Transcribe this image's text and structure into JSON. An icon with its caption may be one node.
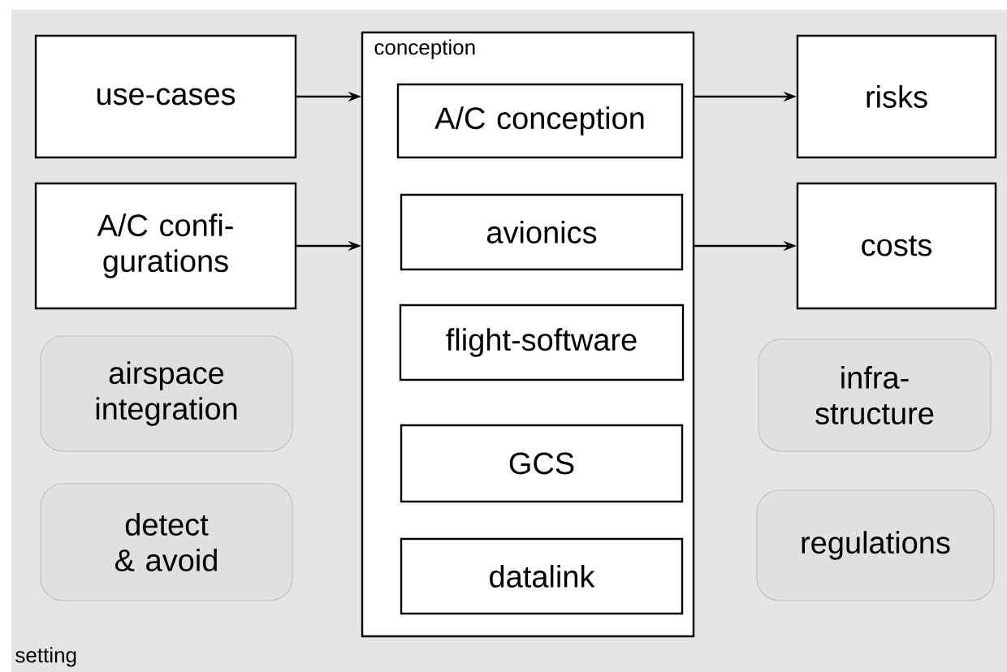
{
  "diagram": {
    "nodes": [
      {
        "text": [
          "setting"
        ]
      },
      {
        "text": [
          "use-cases"
        ],
        "in": 0
      },
      {
        "text": [
          "A/C confi- gurations"
        ],
        "in": 0
      },
      {
        "text": [
          "airspace integration"
        ],
        "in": 0
      },
      {
        "text": [
          "detect & avoid"
        ],
        "in": 0
      },
      {
        "text": [
          "conception"
        ],
        "in": 0
      },
      {
        "text": [
          "A/C conception"
        ],
        "in": 5
      },
      {
        "text": [
          "avionics"
        ],
        "in": 5
      },
      {
        "text": [
          "flight-software"
        ],
        "in": 5
      },
      {
        "text": [
          "GCS"
        ],
        "in": 5
      },
      {
        "text": [
          "datalink"
        ],
        "in": 5
      },
      {
        "text": [
          "risks"
        ],
        "in": 0
      },
      {
        "text": [
          "costs"
        ],
        "in": 0
      },
      {
        "text": [
          "infra- structure"
        ],
        "in": 0
      },
      {
        "text": [
          "regulations"
        ],
        "in": 0
      }
    ],
    "edges": [
      {
        "from": 1,
        "to": 5,
        "arrow": "to"
      },
      {
        "from": 2,
        "to": 5,
        "arrow": "to"
      },
      {
        "from": 5,
        "to": 11,
        "arrow": "to"
      },
      {
        "from": 5,
        "to": 12,
        "arrow": "to"
      }
    ]
  }
}
